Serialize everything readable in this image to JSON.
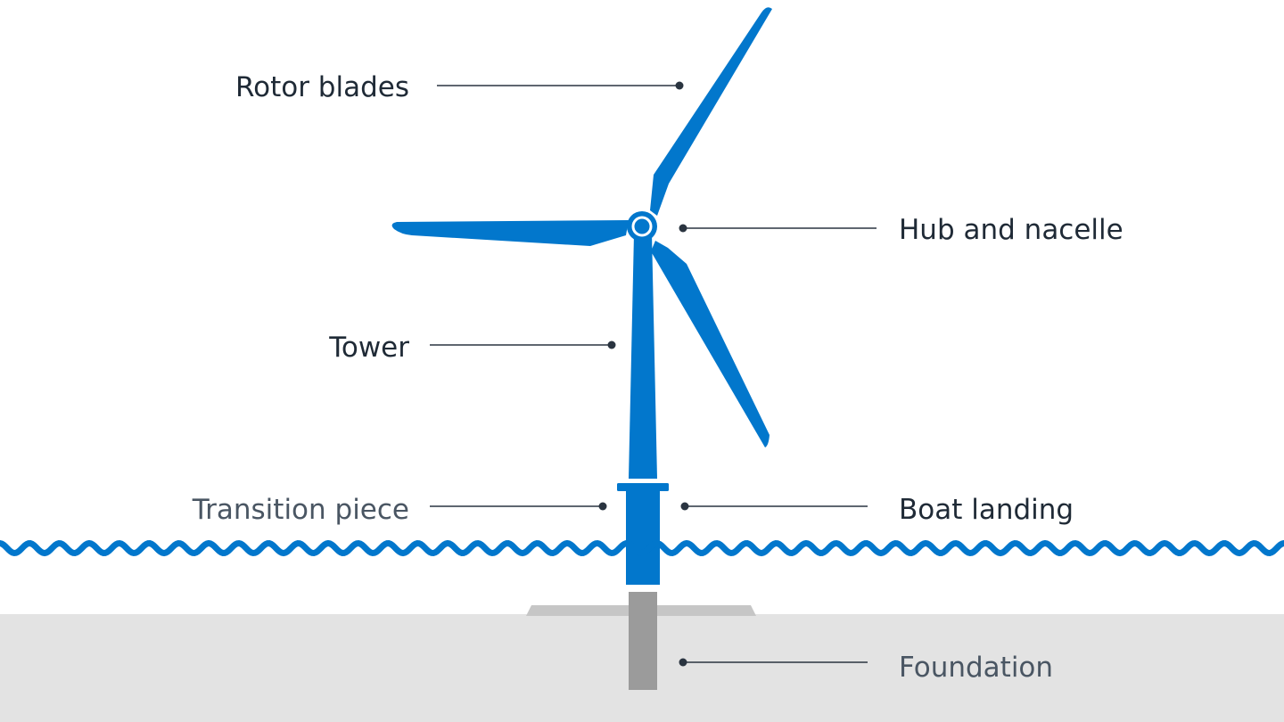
{
  "labels": {
    "rotor_blades": "Rotor blades",
    "hub_and_nacelle": "Hub and nacelle",
    "tower": "Tower",
    "transition_piece": "Transition piece",
    "boat_landing": "Boat landing",
    "foundation": "Foundation"
  },
  "colors": {
    "turbine": "#0277cc",
    "water_line": "#0277cc",
    "seabed": "#e3e3e3",
    "scour_pad": "#c6c6c6",
    "foundation_pile": "#9b9b9b",
    "text_dark": "#1f2a36",
    "text_muted": "#4a5663",
    "leader_line": "#2a3440"
  }
}
